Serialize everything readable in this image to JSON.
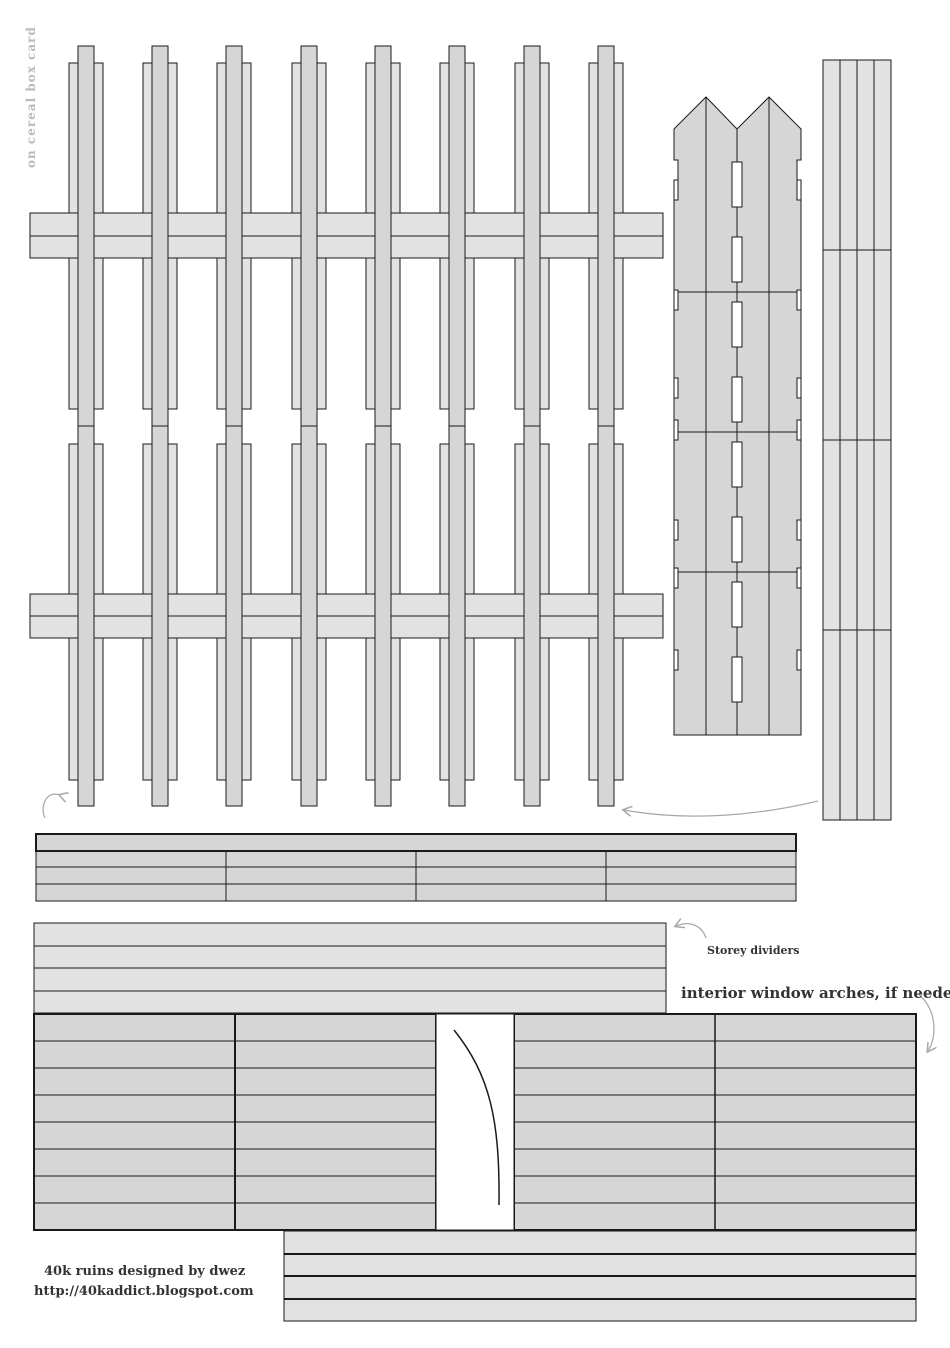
{
  "sheet": {
    "side_note": "on cereal box card",
    "storey_dividers_label": "Storey dividers",
    "arches_label": "interior window arches, if needed",
    "credit_line_1": "40k ruins designed by dwez",
    "credit_line_2": "http://40kaddict.blogspot.com"
  },
  "colors": {
    "fill": "#d6d6d6",
    "fill_light": "#e2e2e2",
    "stroke": "#1a1a1a",
    "arrow": "#aaaaaa",
    "background": "#ffffff"
  }
}
